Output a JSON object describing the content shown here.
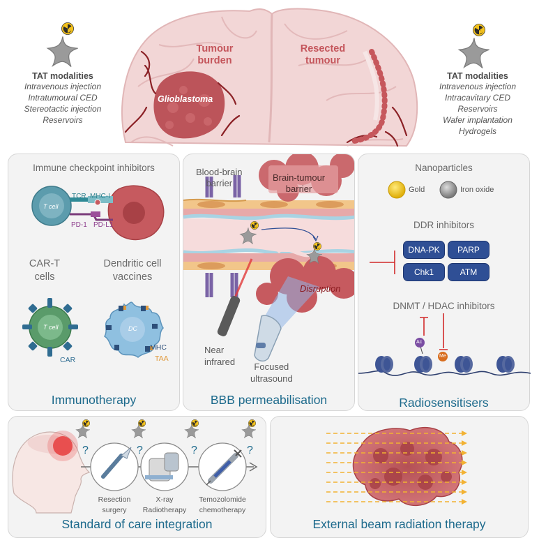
{
  "top": {
    "left_modalities": {
      "title": "TAT modalities",
      "items": [
        "Intravenous injection",
        "Intratumoural CED",
        "Stereotactic injection",
        "Reservoirs"
      ]
    },
    "right_modalities": {
      "title": "TAT modalities",
      "items": [
        "Intravenous injection",
        "Intracavitary CED",
        "Reservoirs",
        "Wafer implantation",
        "Hydrogels"
      ]
    },
    "brain": {
      "tumour_burden": [
        "Tumour",
        "burden"
      ],
      "resected_tumour": [
        "Resected",
        "tumour"
      ],
      "glioblastoma": "Glioblastoma"
    }
  },
  "immunotherapy": {
    "title": "Immunotherapy",
    "checkpoint_heading": "Immune checkpoint inhibitors",
    "tcell": "T cell",
    "tcr": "TCR",
    "mhc_i": "MHC-I",
    "pd1": "PD-1",
    "pdl1": "PD-L1",
    "cart_heading": [
      "CAR-T",
      "cells"
    ],
    "dc_heading": [
      "Dendritic cell",
      "vaccines"
    ],
    "tcell2": "T cell",
    "car": "CAR",
    "dc": "DC",
    "mhc": "MHC",
    "taa": "TAA"
  },
  "bbb": {
    "title": "BBB permeabilisation",
    "bbb_label": [
      "Blood-brain",
      "barrier"
    ],
    "btb_label": [
      "Brain-tumour",
      "barrier"
    ],
    "disruption": "Disruption",
    "near_infrared": [
      "Near",
      "infrared"
    ],
    "focused_ultrasound": [
      "Focused",
      "ultrasound"
    ]
  },
  "radiosensitisers": {
    "title": "Radiosensitisers",
    "nanoparticles_heading": "Nanoparticles",
    "gold": "Gold",
    "iron_oxide": "Iron oxide",
    "ddr_heading": "DDR inhibitors",
    "ddr_items": [
      "DNA-PK",
      "PARP",
      "Chk1",
      "ATM"
    ],
    "dnmt_heading": "DNMT / HDAC inhibitors",
    "ac": "Ac",
    "me": "Me"
  },
  "standard_of_care": {
    "title": "Standard of care integration",
    "question": "?",
    "steps": [
      [
        "Resection",
        "surgery"
      ],
      [
        "X-ray",
        "Radiotherapy"
      ],
      [
        "Temozolomide",
        "chemotherapy"
      ]
    ]
  },
  "ebrt": {
    "title": "External beam radiation therapy"
  },
  "colors": {
    "title_blue": "#1d6a8c",
    "tumour_red": "#c65a5f",
    "ddr_blue": "#2f4f95",
    "panel_bg": "#f3f3f3",
    "beam_yellow": "#f2b233"
  }
}
